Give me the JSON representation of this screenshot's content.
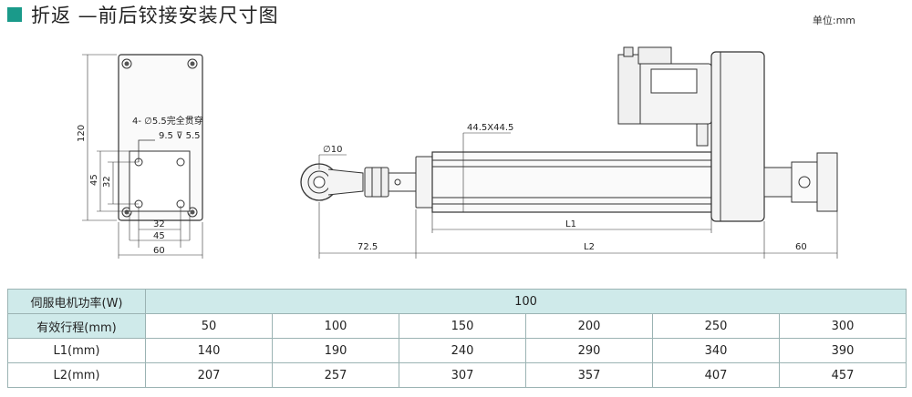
{
  "header": {
    "title": "折返 —前后铰接安装尺寸图",
    "unit": "单位:mm",
    "accent_color": "#1a9a8a"
  },
  "front_view": {
    "hole_note": "4- ∅5.5完全贯穿",
    "counterbore_note": "9.5 ⊽ 5.5",
    "dim_height_total": "120",
    "dim_height_45": "45",
    "dim_height_32": "32",
    "dim_width_32": "32",
    "dim_width_45": "45",
    "dim_width_60": "60"
  },
  "side_view": {
    "rod_end_dia": "∅10",
    "profile_size": "44.5X44.5",
    "dim_front": "72.5",
    "dim_l1": "L1",
    "dim_l2": "L2",
    "dim_rear": "60"
  },
  "table": {
    "motor_label": "伺服电机功率(W)",
    "motor_value": "100",
    "rows": [
      {
        "label": "有效行程(mm)",
        "values": [
          "50",
          "100",
          "150",
          "200",
          "250",
          "300"
        ]
      },
      {
        "label": "L1(mm)",
        "values": [
          "140",
          "190",
          "240",
          "290",
          "340",
          "390"
        ]
      },
      {
        "label": "L2(mm)",
        "values": [
          "207",
          "257",
          "307",
          "357",
          "407",
          "457"
        ]
      }
    ],
    "header_bg": "#cfeaea"
  }
}
